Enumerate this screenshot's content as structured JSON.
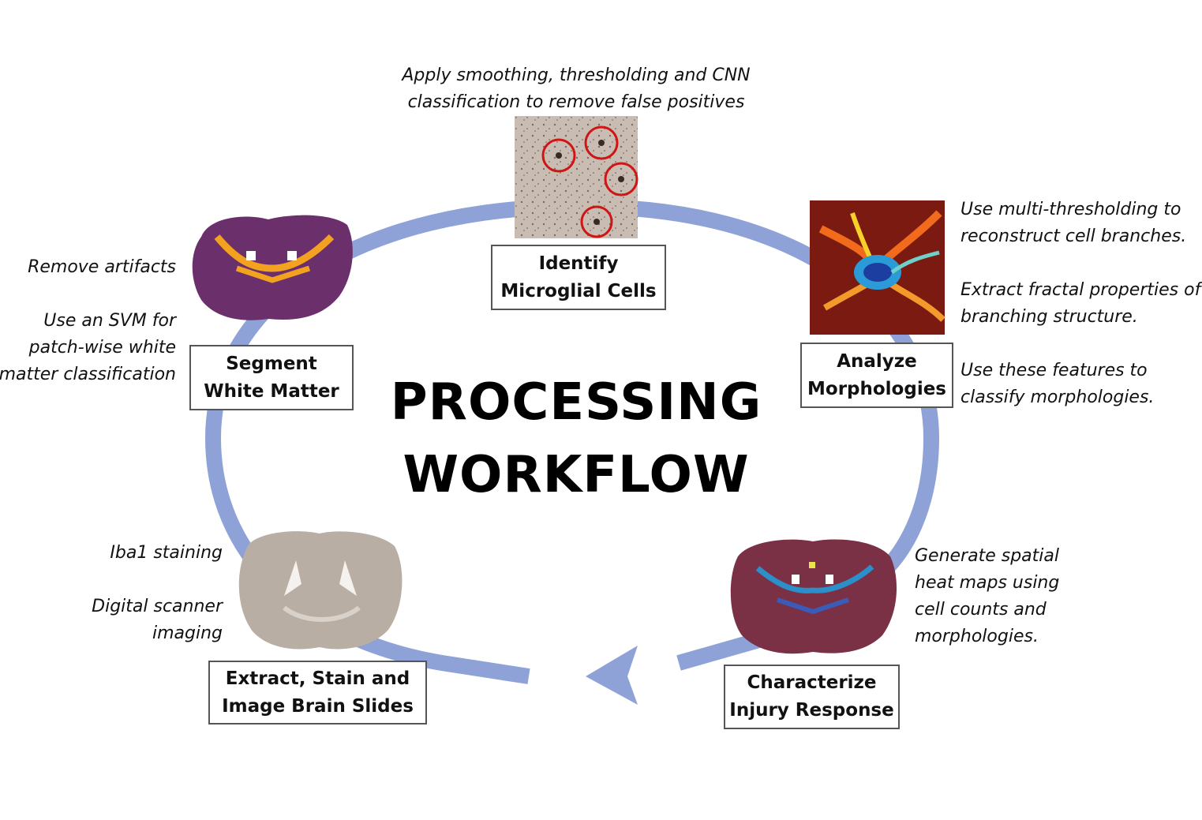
{
  "title": {
    "line1": "PROCESSING",
    "line2": "WORKFLOW"
  },
  "steps": {
    "identify": {
      "line1": "Identify",
      "line2": "Microglial Cells"
    },
    "analyze": {
      "line1": "Analyze",
      "line2": "Morphologies"
    },
    "characterize": {
      "line1": "Characterize",
      "line2": "Injury Response"
    },
    "extract": {
      "line1": "Extract, Stain and",
      "line2": "Image Brain Slides"
    },
    "segment": {
      "line1": "Segment",
      "line2": "White Matter"
    }
  },
  "notes": {
    "identify": [
      "Apply smoothing, thresholding and CNN",
      "classification to remove false positives"
    ],
    "analyze": [
      "Use multi-thresholding to",
      "reconstruct cell branches.",
      "Extract fractal properties of",
      "branching structure.",
      "Use these features to",
      "classify morphologies."
    ],
    "characterize": [
      "Generate spatial",
      "heat maps using",
      "cell counts and",
      "morphologies."
    ],
    "extract": [
      "Iba1 staining",
      "Digital scanner",
      "imaging"
    ],
    "segment": [
      "Remove artifacts",
      "Use an SVM for",
      "patch-wise white",
      "matter classification"
    ]
  },
  "colors": {
    "cycle": "#8ea2d8",
    "segment_bg": "#6b2f6b",
    "segment_fg": "#f2a21e",
    "heatmap_bg": "#7a3045",
    "morph_bg": "#7a1a10",
    "tissue": "#b8aea4"
  }
}
